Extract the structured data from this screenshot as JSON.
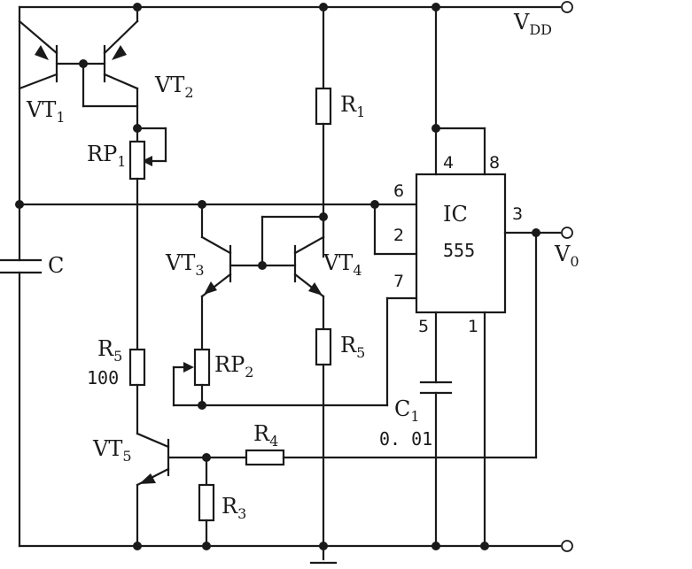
{
  "labels": {
    "vdd_main": "V",
    "vdd_sub": "DD",
    "vo_main": "V",
    "vo_sub": "0",
    "vt1_main": "VT",
    "vt1_sub": "1",
    "vt2_main": "VT",
    "vt2_sub": "2",
    "vt3_main": "VT",
    "vt3_sub": "3",
    "vt4_main": "VT",
    "vt4_sub": "4",
    "vt5_main": "VT",
    "vt5_sub": "5",
    "rp1_main": "RP",
    "rp1_sub": "1",
    "rp2_main": "RP",
    "rp2_sub": "2",
    "r1_main": "R",
    "r1_sub": "1",
    "r3_main": "R",
    "r3_sub": "3",
    "r4_main": "R",
    "r4_sub": "4",
    "r5a_main": "R",
    "r5a_sub": "5",
    "r5a_value": "100",
    "r5b_main": "R",
    "r5b_sub": "5",
    "c": "C",
    "c1_main": "C",
    "c1_sub": "1",
    "c1_value": "0. 01"
  },
  "ic": {
    "name": "IC",
    "type": "555",
    "pins": {
      "p2": "2",
      "p3": "3",
      "p4": "4",
      "p5": "5",
      "p6": "6",
      "p7": "7",
      "p8": "8",
      "p1": "1"
    }
  }
}
